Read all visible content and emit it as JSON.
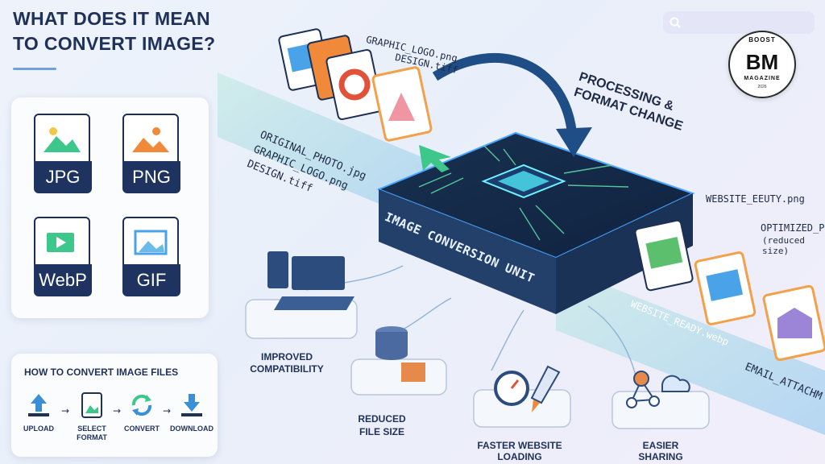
{
  "title": {
    "line1": "WHAT DOES IT MEAN",
    "line2": "TO CONVERT IMAGE?"
  },
  "formats": [
    {
      "label": "JPG",
      "icon": "mountain-image-icon"
    },
    {
      "label": "PNG",
      "icon": "mountain-image-icon"
    },
    {
      "label": "WebP",
      "icon": "video-play-icon"
    },
    {
      "label": "GIF",
      "icon": "picture-frame-icon"
    }
  ],
  "howto": {
    "title": "HOW TO CONVERT IMAGE FILES",
    "steps": [
      {
        "label": "UPLOAD",
        "icon": "upload-icon"
      },
      {
        "label": "SELECT\nFORMAT",
        "icon": "image-file-icon"
      },
      {
        "label": "CONVERT",
        "icon": "refresh-icon"
      },
      {
        "label": "DOWNLOAD",
        "icon": "download-icon"
      }
    ]
  },
  "input_files": {
    "top_labels": [
      "GRAPHIC_LOGO.png",
      "DESIGN.tiff"
    ],
    "side_labels": [
      "ORIGINAL_PHOTO.jpg",
      "GRAPHIC_LOGO.png",
      "DESIGN.tiff"
    ]
  },
  "processing_label": {
    "line1": "PROCESSING &",
    "line2": "FORMAT CHANGE"
  },
  "unit_label": "IMAGE CONVERSION UNIT",
  "output_files": {
    "labels": [
      "WEBSITE_EEUTY.png",
      "OPTIMIZED_P",
      "(reduced size)",
      "WEBSITE_READY.webp",
      "EMAIL_ATTACHM"
    ]
  },
  "benefits": [
    {
      "line1": "IMPROVED",
      "line2": "COMPATIBILITY"
    },
    {
      "line1": "REDUCED",
      "line2": "FILE SIZE"
    },
    {
      "line1": "FASTER WEBSITE",
      "line2": "LOADING"
    },
    {
      "line1": "EASIER",
      "line2": "SHARING"
    }
  ],
  "logo": {
    "top": "BOOST",
    "main": "BM",
    "bottom": "MAGAZINE",
    "year": "2026"
  },
  "colors": {
    "navy": "#1f3158",
    "accent_green": "#3ec78a",
    "accent_orange": "#f08a3a",
    "accent_blue": "#3b8fd6"
  }
}
